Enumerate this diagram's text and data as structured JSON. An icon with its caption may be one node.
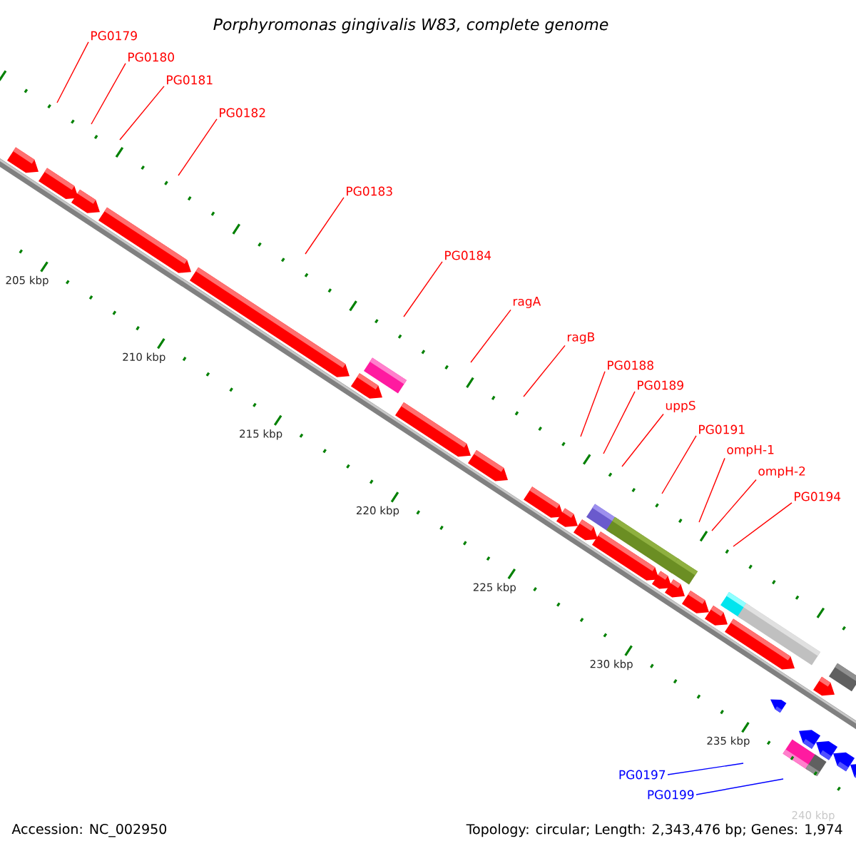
{
  "diagram": {
    "title": "Porphyromonas gingivalis W83, complete genome",
    "nodes": [
      {
        "text": [
          "PG0179"
        ]
      },
      {
        "text": [
          "PG0180"
        ]
      },
      {
        "text": [
          "PG0181"
        ]
      },
      {
        "text": [
          "PG0182"
        ]
      },
      {
        "text": [
          "PG0183"
        ]
      },
      {
        "text": [
          "PG0184"
        ]
      },
      {
        "text": [
          "ragA"
        ]
      },
      {
        "text": [
          "ragB"
        ]
      },
      {
        "text": [
          "PG0188"
        ]
      },
      {
        "text": [
          "PG0189"
        ]
      },
      {
        "text": [
          "uppS"
        ]
      },
      {
        "text": [
          "PG0191"
        ]
      },
      {
        "text": [
          "ompH-1"
        ]
      },
      {
        "text": [
          "ompH-2"
        ]
      },
      {
        "text": [
          "PG0194"
        ]
      },
      {
        "text": [
          "PG0197"
        ]
      },
      {
        "text": [
          "PG0199"
        ]
      }
    ],
    "edges": [
      {
        "from": 0,
        "to": null,
        "arrow": "none"
      },
      {
        "from": 1,
        "to": null,
        "arrow": "none"
      },
      {
        "from": 2,
        "to": null,
        "arrow": "none"
      },
      {
        "from": 3,
        "to": null,
        "arrow": "none"
      },
      {
        "from": 4,
        "to": null,
        "arrow": "none"
      },
      {
        "from": 5,
        "to": null,
        "arrow": "none"
      },
      {
        "from": 6,
        "to": null,
        "arrow": "none"
      },
      {
        "from": 7,
        "to": null,
        "arrow": "none"
      },
      {
        "from": 8,
        "to": null,
        "arrow": "none"
      },
      {
        "from": 9,
        "to": null,
        "arrow": "none"
      },
      {
        "from": 10,
        "to": null,
        "arrow": "none"
      },
      {
        "from": 11,
        "to": null,
        "arrow": "none"
      },
      {
        "from": 12,
        "to": null,
        "arrow": "none"
      },
      {
        "from": 13,
        "to": null,
        "arrow": "none"
      },
      {
        "from": 14,
        "to": null,
        "arrow": "none"
      },
      {
        "from": 15,
        "to": null,
        "arrow": "none",
        "color": "#0000ff"
      },
      {
        "from": 16,
        "to": null,
        "arrow": "none",
        "color": "#0000ff"
      }
    ],
    "labels": [
      "205 kbp",
      "210 kbp",
      "215 kbp",
      "220 kbp",
      "225 kbp",
      "230 kbp",
      "235 kbp",
      "240 kbp",
      "Accession: NC_002950",
      "Topology: circular; Length: 2,343,476 bp; Genes: 1,974"
    ]
  }
}
